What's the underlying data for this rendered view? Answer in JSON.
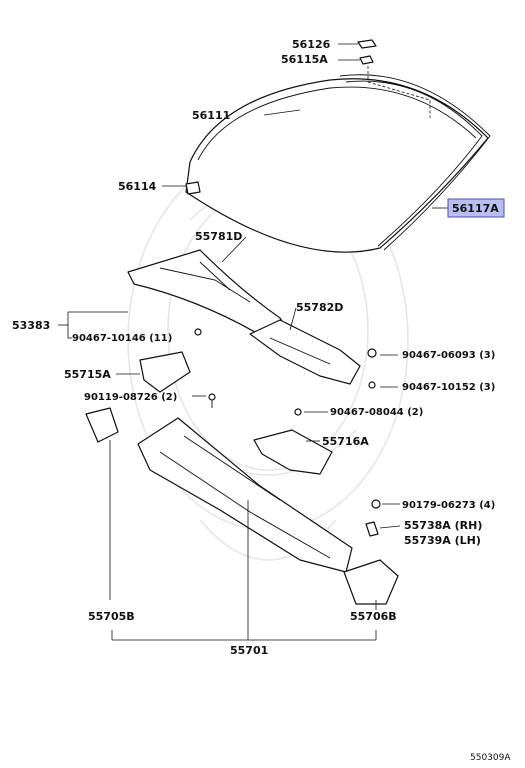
{
  "labels": {
    "p56126": "56126",
    "p56115A": "56115A",
    "p56111": "56111",
    "p56114": "56114",
    "p56117A": "56117A",
    "p55781D": "55781D",
    "p55782D": "55782D",
    "p53383": "53383",
    "p90467_10146": "90467-10146 (11)",
    "p90467_06093": "90467-06093 (3)",
    "p90467_10152": "90467-10152 (3)",
    "p55715A": "55715A",
    "p90119_08726": "90119-08726 (2)",
    "p90467_08044": "90467-08044 (2)",
    "p55716A": "55716A",
    "p90179_06273": "90179-06273 (4)",
    "p55738A": "55738A (RH)",
    "p55739A": "55739A (LH)",
    "p55705B": "55705B",
    "p55706B": "55706B",
    "p55701": "55701"
  },
  "highlight": {
    "part": "56117A",
    "color": "#b9bdf0"
  },
  "figure_ref": "550309A"
}
